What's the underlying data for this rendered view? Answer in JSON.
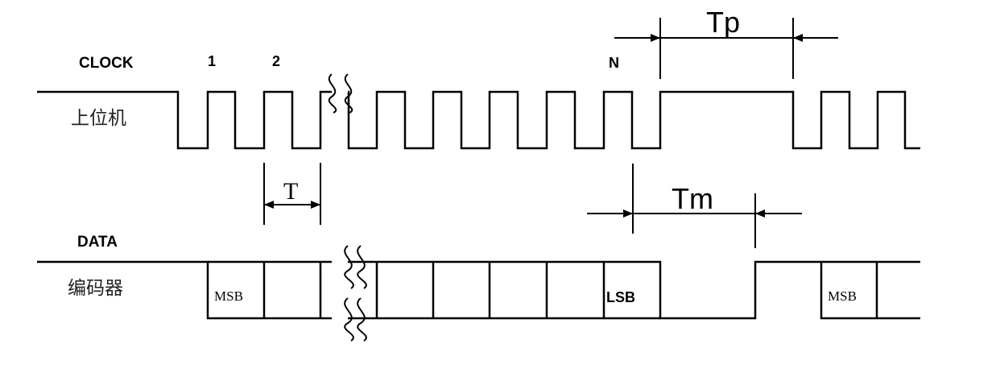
{
  "signals": {
    "clock": {
      "name": "CLOCK",
      "source": "上位机"
    },
    "data": {
      "name": "DATA",
      "source": "编码器"
    }
  },
  "pulse_labels": {
    "first": "1",
    "second": "2",
    "last": "N"
  },
  "timing": {
    "period": "T",
    "pause": "Tp",
    "monoflop": "Tm"
  },
  "bits": {
    "msb": "MSB",
    "lsb": "LSB",
    "msb_repeat": "MSB"
  }
}
